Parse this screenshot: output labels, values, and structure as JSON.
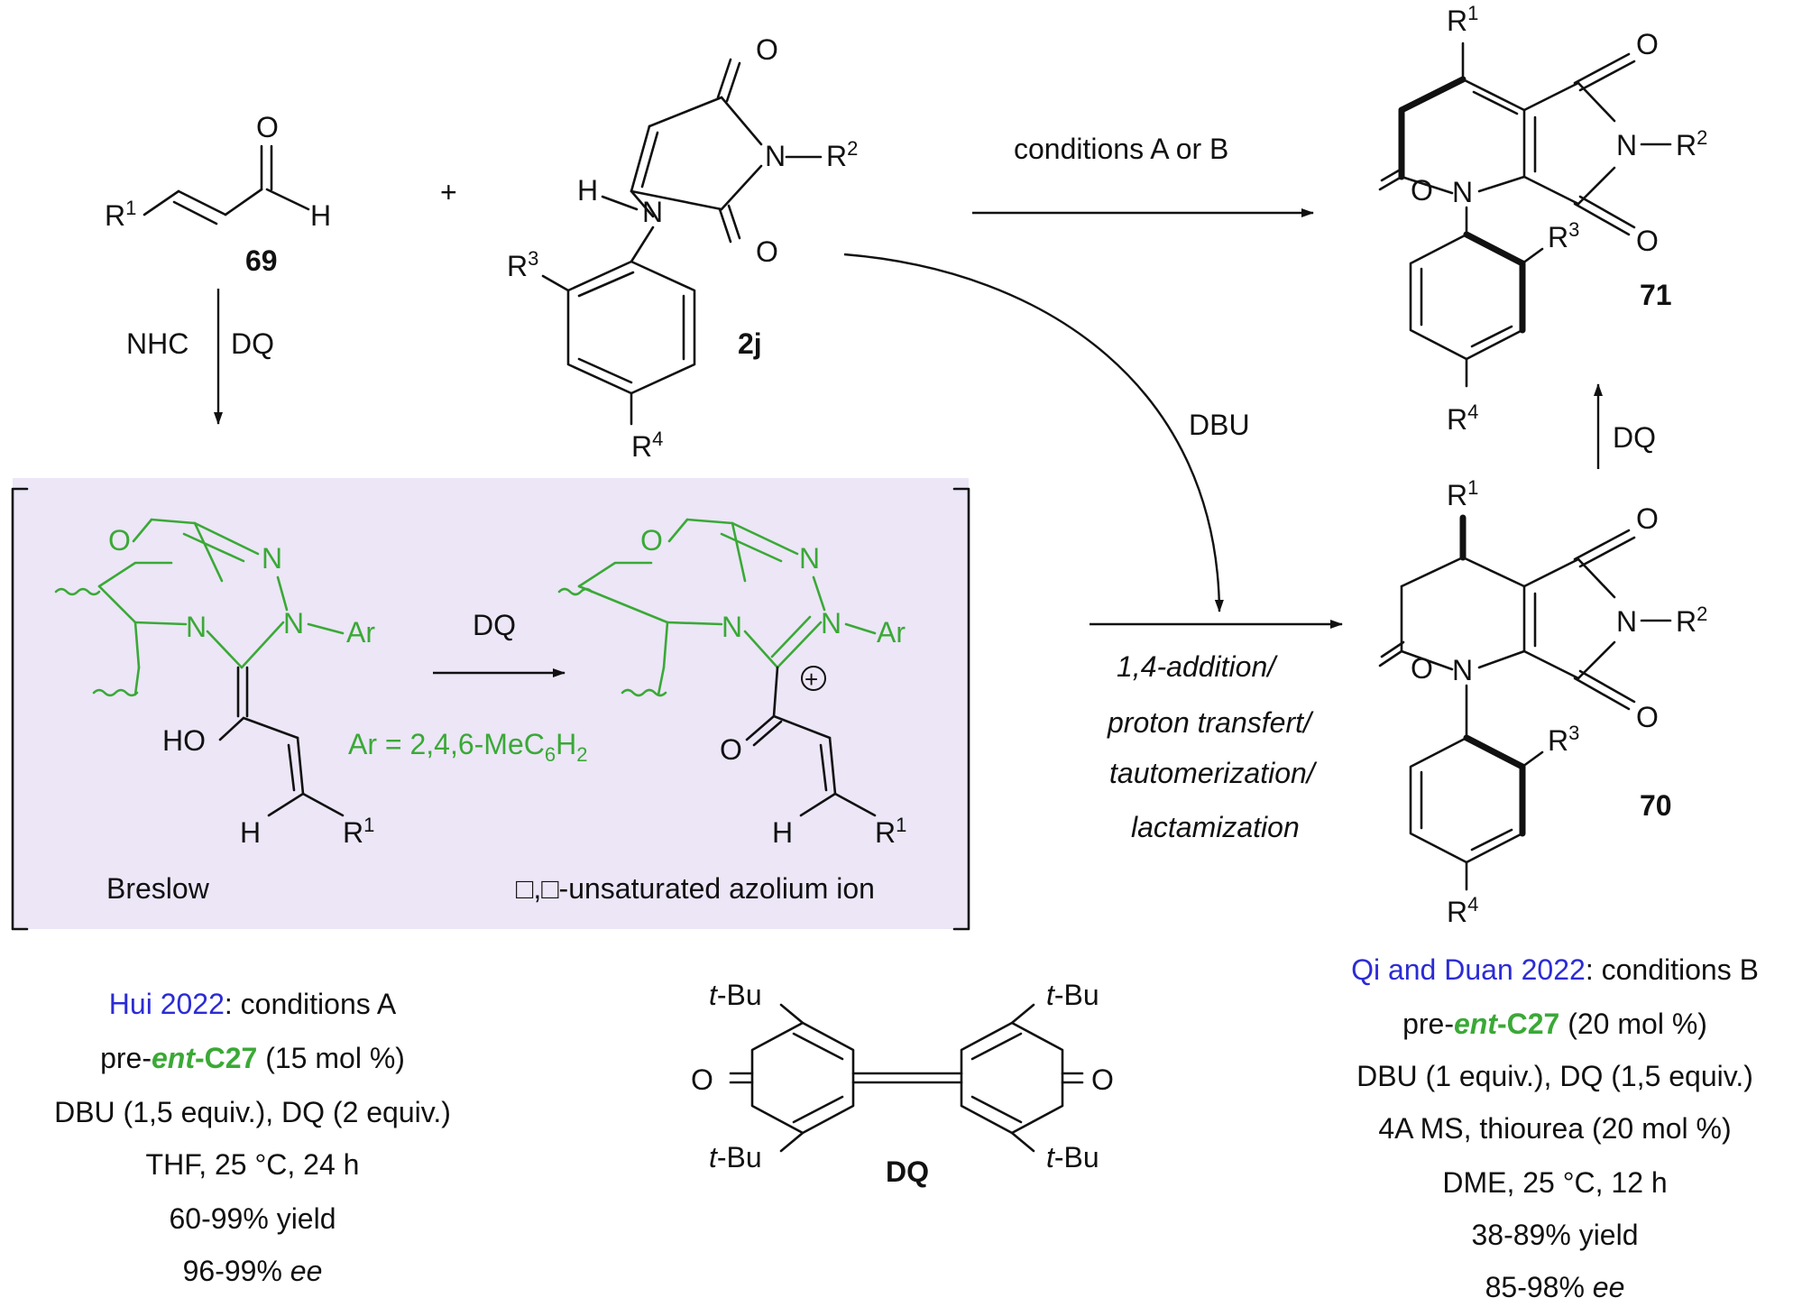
{
  "reactants": {
    "aldehyde": {
      "label": "69",
      "O": "O",
      "H": "H",
      "R1": "R",
      "R1_sup": "1"
    },
    "plus": "+",
    "maleimide": {
      "label": "2j",
      "O_top": "O",
      "O_bottom": "O",
      "N": "N",
      "R2": "R",
      "R2_sup": "2",
      "H": "H",
      "NH_N": "N",
      "R3": "R",
      "R3_sup": "3",
      "R4": "R",
      "R4_sup": "4"
    }
  },
  "arrows": {
    "top": "conditions A or B",
    "down_left_a": "NHC",
    "down_left_b": "DQ",
    "curved": "DBU",
    "middle_lines": [
      "1,4-addition/",
      "proton transfert/",
      "tautomerization/",
      "lactamization"
    ],
    "up_right": "DQ",
    "bracket_arrow": "DQ"
  },
  "bracket": {
    "background": "#ece6f7",
    "breslow_label": "Breslow",
    "azolium_label": "□,□-unsaturated azolium ion",
    "ar_def": "Ar = 2,4,6-MeC",
    "ar_sub1": "6",
    "ar_mid": "H",
    "ar_sub2": "2",
    "O": "O",
    "N1": "N",
    "N2": "N",
    "N3": "N",
    "Ar": "Ar",
    "HO": "HO",
    "H": "H",
    "R1": "R",
    "R1_sup": "1",
    "plus": "+"
  },
  "products": {
    "p71": {
      "label": "71",
      "R1": "R",
      "R1_sup": "1",
      "O": "O",
      "N": "N",
      "R2": "R",
      "R2_sup": "2",
      "R3": "R",
      "R3_sup": "3",
      "R4": "R",
      "R4_sup": "4"
    },
    "p70": {
      "label": "70",
      "R1": "R",
      "R1_sup": "1",
      "O": "O",
      "N": "N",
      "R2": "R",
      "R2_sup": "2",
      "R3": "R",
      "R3_sup": "3",
      "R4": "R",
      "R4_sup": "4"
    }
  },
  "dq": {
    "label": "DQ",
    "tbu_t": "t",
    "tbu_rest": "-Bu",
    "O": "O"
  },
  "conditions_A": {
    "ref": "Hui 2022",
    "ref_rest": ": conditions A",
    "cat_pre": "pre-",
    "cat_ent": "ent",
    "cat_c": "-C27",
    "cat_amt": " (15 mol %)",
    "lines": [
      "DBU (1,5 equiv.), DQ (2 equiv.)",
      "THF, 25 °C, 24 h",
      "60-99% yield"
    ],
    "ee_val": "96-99% ",
    "ee_word": "ee"
  },
  "conditions_B": {
    "ref": "Qi and Duan 2022",
    "ref_rest": ": conditions B",
    "cat_pre": "pre-",
    "cat_ent": "ent",
    "cat_c": "-C27",
    "cat_amt": " (20 mol %)",
    "lines": [
      "DBU (1 equiv.), DQ (1,5 equiv.)",
      "4A MS, thiourea (20 mol %)",
      "DME, 25 °C, 12 h",
      "38-89% yield"
    ],
    "ee_val": "85-98% ",
    "ee_word": "ee"
  },
  "colors": {
    "green": "#3aa936",
    "blue": "#2b2bd6",
    "bracket_bg": "#ece6f7"
  }
}
